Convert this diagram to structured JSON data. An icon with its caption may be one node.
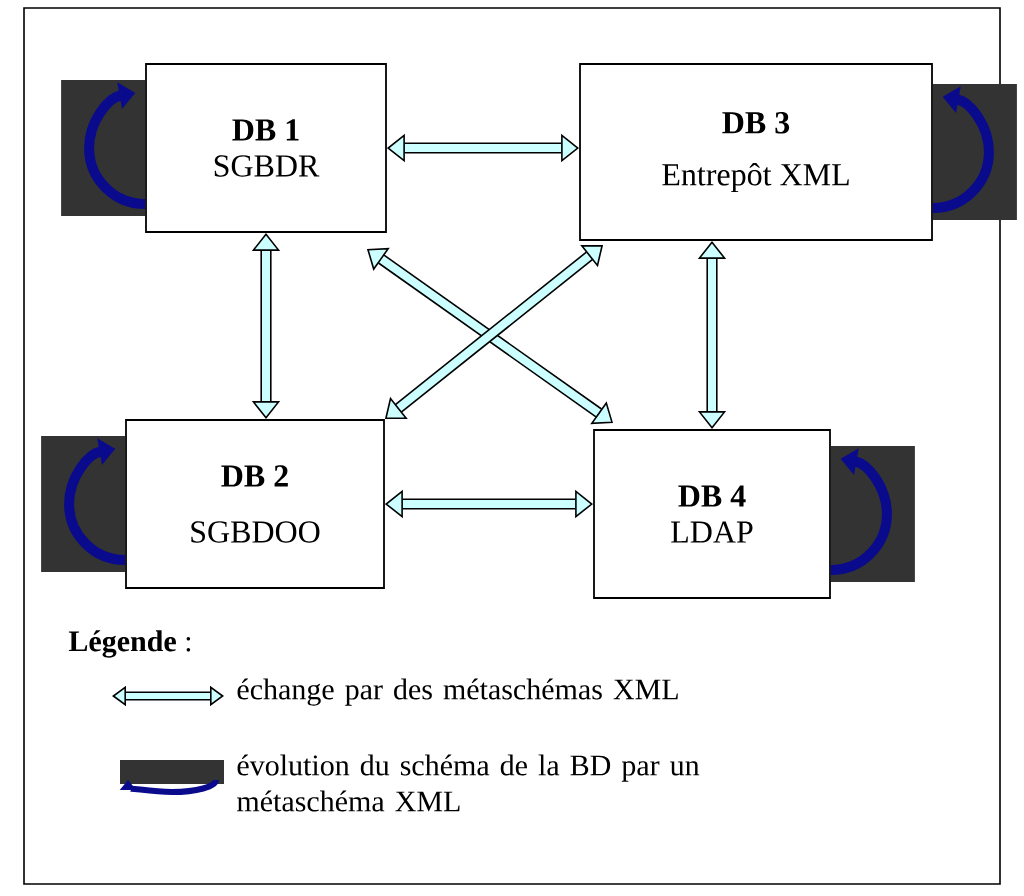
{
  "diagram": {
    "nodes": [
      {
        "text": [
          "DB 1",
          "SGBDR"
        ]
      },
      {
        "text": [
          "DB 3",
          "Entrepôt XML"
        ]
      },
      {
        "text": [
          "DB 2",
          "SGBDOO"
        ]
      },
      {
        "text": [
          "DB 4",
          "LDAP"
        ]
      }
    ],
    "edges": [
      {
        "from": 0,
        "to": 1,
        "arrow": "both"
      },
      {
        "from": 0,
        "to": 2,
        "arrow": "both"
      },
      {
        "from": 1,
        "to": 3,
        "arrow": "both"
      },
      {
        "from": 2,
        "to": 3,
        "arrow": "both"
      },
      {
        "from": 0,
        "to": 3,
        "arrow": "both"
      },
      {
        "from": 1,
        "to": 2,
        "arrow": "both"
      },
      {
        "from": 0,
        "to": 0,
        "arrow": "to",
        "color": "#0a0a8c"
      },
      {
        "from": 1,
        "to": 1,
        "arrow": "to",
        "color": "#0a0a8c"
      },
      {
        "from": 2,
        "to": 2,
        "arrow": "to",
        "color": "#0a0a8c"
      },
      {
        "from": 3,
        "to": 3,
        "arrow": "to",
        "color": "#0a0a8c"
      }
    ],
    "labels": [
      "**Légende** :"
    ],
    "legend": [
      {
        "text": "échange par des métaschémas XML"
      },
      {
        "text": "évolution du schéma de la BD par un métaschéma XML"
      }
    ]
  }
}
